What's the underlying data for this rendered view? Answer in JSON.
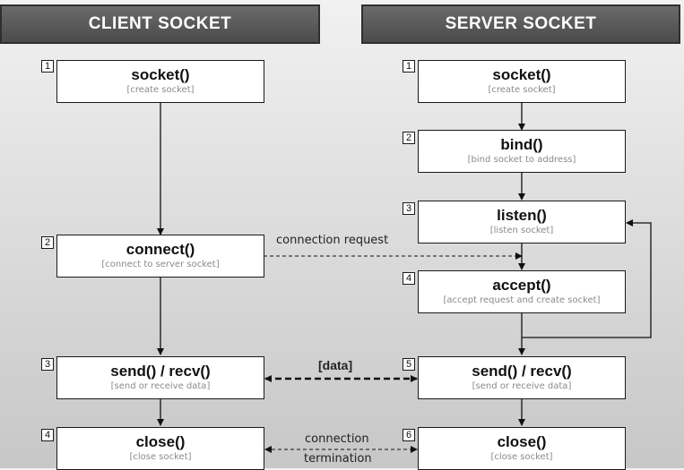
{
  "headers": {
    "client": "CLIENT SOCKET",
    "server": "SERVER SOCKET"
  },
  "client_steps": [
    {
      "num": "1",
      "func": "socket()",
      "desc": "[create socket]"
    },
    {
      "num": "2",
      "func": "connect()",
      "desc": "[connect to server socket]"
    },
    {
      "num": "3",
      "func": "send() / recv()",
      "desc": "[send or receive data]"
    },
    {
      "num": "4",
      "func": "close()",
      "desc": "[close socket]"
    }
  ],
  "server_steps": [
    {
      "num": "1",
      "func": "socket()",
      "desc": "[create socket]"
    },
    {
      "num": "2",
      "func": "bind()",
      "desc": "[bind socket to address]"
    },
    {
      "num": "3",
      "func": "listen()",
      "desc": "[listen socket]"
    },
    {
      "num": "4",
      "func": "accept()",
      "desc": "[accept request and create socket]"
    },
    {
      "num": "5",
      "func": "send() / recv()",
      "desc": "[send or receive data]"
    },
    {
      "num": "6",
      "func": "close()",
      "desc": "[close socket]"
    }
  ],
  "labels": {
    "connection_request": "connection request",
    "data": "[data]",
    "connection": "connection",
    "termination": "termination"
  }
}
